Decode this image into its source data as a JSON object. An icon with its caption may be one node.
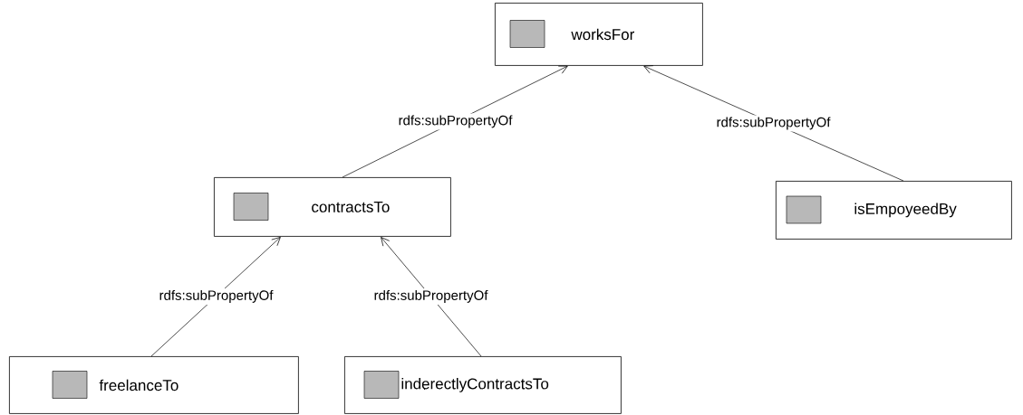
{
  "diagram": {
    "nodes": [
      {
        "text": [
          "worksFor"
        ]
      },
      {
        "text": [
          "contractsTo"
        ]
      },
      {
        "text": [
          "isEmpoyeedBy"
        ]
      },
      {
        "text": [
          "freelanceTo"
        ]
      },
      {
        "text": [
          "inderectlyContractsTo"
        ]
      }
    ],
    "edges": [
      {
        "from": 1,
        "to": 0,
        "arrow": "to",
        "label": "rdfs:subPropertyOf"
      },
      {
        "from": 2,
        "to": 0,
        "arrow": "to",
        "label": "rdfs:subPropertyOf"
      },
      {
        "from": 3,
        "to": 1,
        "arrow": "to",
        "label": "rdfs:subPropertyOf"
      },
      {
        "from": 4,
        "to": 1,
        "arrow": "to",
        "label": "rdfs:subPropertyOf"
      }
    ]
  }
}
